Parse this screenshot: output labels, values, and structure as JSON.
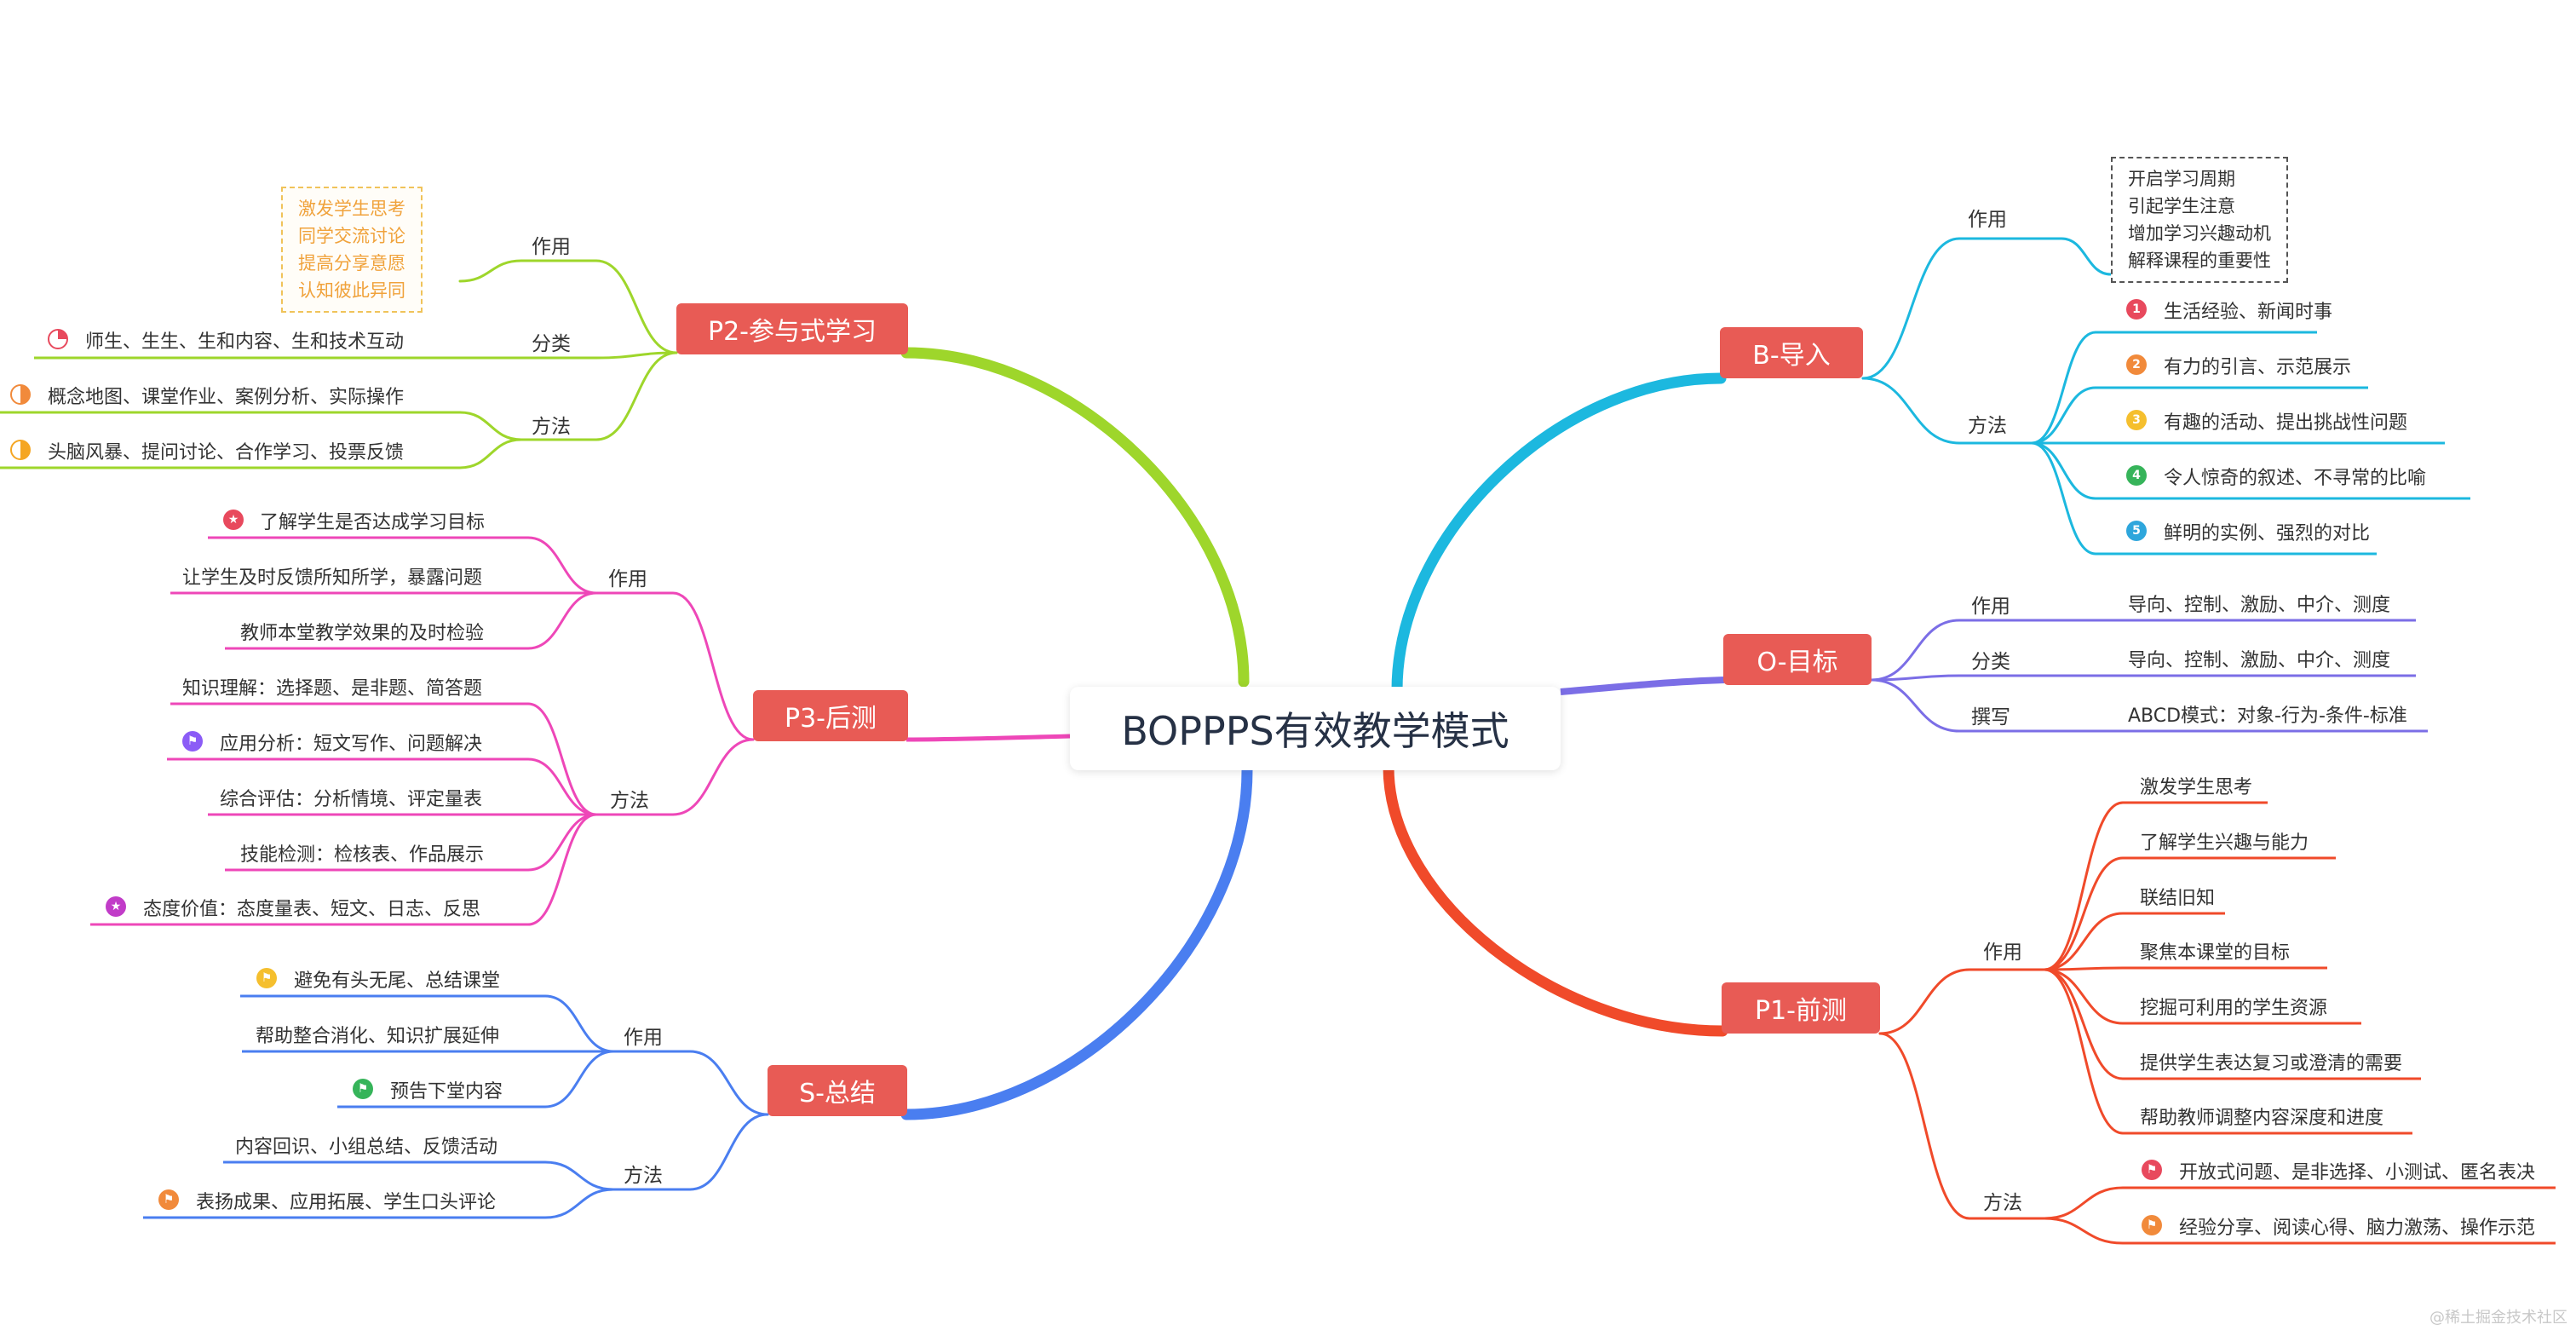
{
  "center": {
    "title": "BOPPPS有效教学模式"
  },
  "colors": {
    "B": "#1cb8df",
    "O": "#7b6ee6",
    "P1": "#f04a2a",
    "P2": "#9ed62b",
    "P3": "#ee47b8",
    "S": "#4a7ef0",
    "node_bg": "#e85b55"
  },
  "branches": {
    "B": {
      "title": "B-导入",
      "groups": {
        "role": {
          "label": "作用",
          "note": [
            "开启学习周期",
            "引起学生注意",
            "增加学习兴趣动机",
            "解释课程的重要性"
          ]
        },
        "method": {
          "label": "方法",
          "items": [
            {
              "badge": "1",
              "text": "生活经验、新闻时事"
            },
            {
              "badge": "2",
              "text": "有力的引言、示范展示"
            },
            {
              "badge": "3",
              "text": "有趣的活动、提出挑战性问题"
            },
            {
              "badge": "4",
              "text": "令人惊奇的叙述、不寻常的比喻"
            },
            {
              "badge": "5",
              "text": "鲜明的实例、强烈的对比"
            }
          ]
        }
      }
    },
    "O": {
      "title": "O-目标",
      "groups": {
        "role": {
          "label": "作用",
          "items": [
            "导向、控制、激励、中介、测度"
          ]
        },
        "cat": {
          "label": "分类",
          "items": [
            "导向、控制、激励、中介、测度"
          ]
        },
        "write": {
          "label": "撰写",
          "items": [
            "ABCD模式：对象-行为-条件-标准"
          ]
        }
      }
    },
    "P1": {
      "title": "P1-前测",
      "groups": {
        "role": {
          "label": "作用",
          "items": [
            "激发学生思考",
            "了解学生兴趣与能力",
            "联结旧知",
            "聚焦本课堂的目标",
            "挖掘可利用的学生资源",
            "提供学生表达复习或澄清的需要",
            "帮助教师调整内容深度和进度"
          ]
        },
        "method": {
          "label": "方法",
          "items": [
            "开放式问题、是非选择、小测试、匿名表决",
            "经验分享、阅读心得、脑力激荡、操作示范"
          ]
        }
      }
    },
    "P2": {
      "title": "P2-参与式学习",
      "groups": {
        "role": {
          "label": "作用",
          "note": [
            "激发学生思考",
            "同学交流讨论",
            "提高分享意愿",
            "认知彼此异同"
          ]
        },
        "cat": {
          "label": "分类",
          "items": [
            "师生、生生、生和内容、生和技术互动"
          ]
        },
        "method": {
          "label": "方法",
          "items": [
            "概念地图、课堂作业、案例分析、实际操作",
            "头脑风暴、提问讨论、合作学习、投票反馈"
          ]
        }
      }
    },
    "P3": {
      "title": "P3-后测",
      "groups": {
        "role": {
          "label": "作用",
          "items": [
            "了解学生是否达成学习目标",
            "让学生及时反馈所知所学，暴露问题",
            "教师本堂教学效果的及时检验"
          ]
        },
        "method": {
          "label": "方法",
          "items": [
            "知识理解：选择题、是非题、简答题",
            "应用分析：短文写作、问题解决",
            "综合评估：分析情境、评定量表",
            "技能检测：检核表、作品展示",
            "态度价值：态度量表、短文、日志、反思"
          ]
        }
      }
    },
    "S": {
      "title": "S-总结",
      "groups": {
        "role": {
          "label": "作用",
          "items": [
            "避免有头无尾、总结课堂",
            "帮助整合消化、知识扩展延伸",
            "预告下堂内容"
          ]
        },
        "method": {
          "label": "方法",
          "items": [
            "内容回识、小组总结、反馈活动",
            "表扬成果、应用拓展、学生口头评论"
          ]
        }
      }
    }
  },
  "watermark": "@稀土掘金技术社区"
}
